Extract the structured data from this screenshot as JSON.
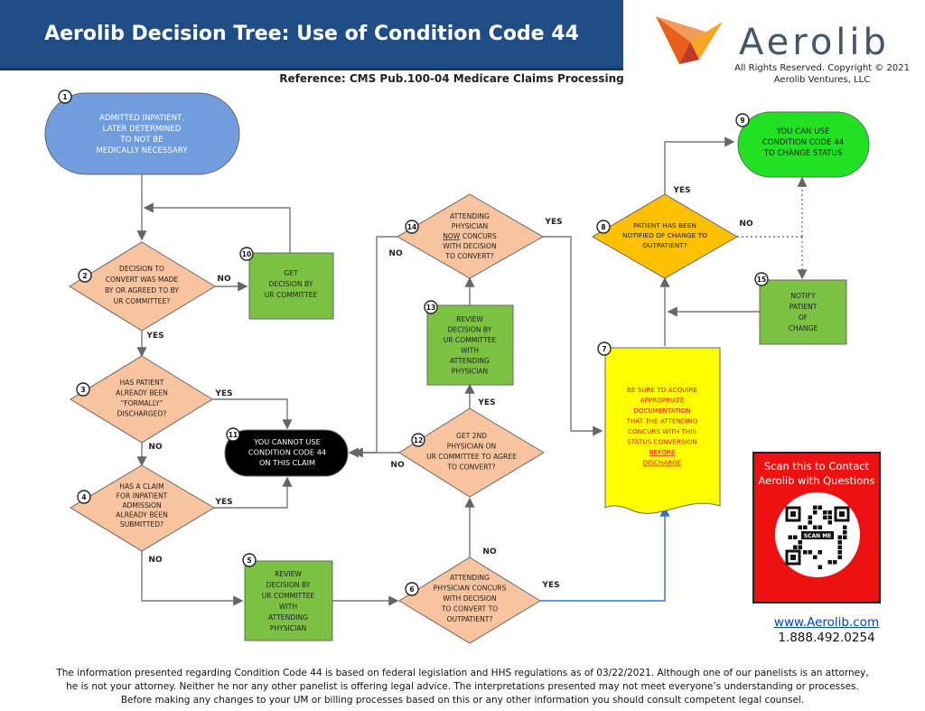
{
  "header": {
    "title": "Aerolib Decision Tree:  Use of Condition Code 44",
    "reference": "Reference: CMS Pub.100-04 Medicare Claims Processing"
  },
  "brand": {
    "name": "Aerolib",
    "rights": "All Rights Reserved. Copyright © 2021",
    "company": "Aerolib Ventures, LLC"
  },
  "nodes": {
    "n1": {
      "num": "1",
      "lines": [
        "ADMITTED INPATIENT,",
        "LATER DETERMINED",
        "TO NOT BE",
        "MEDICALLY NECESSARY"
      ]
    },
    "n2": {
      "num": "2",
      "lines": [
        "DECISION TO",
        "CONVERT WAS MADE",
        "BY OR AGREED TO BY",
        "UR COMMITTEE?"
      ]
    },
    "n3": {
      "num": "3",
      "lines": [
        "HAS PATIENT",
        "ALREADY BEEN",
        "“FORMALLY”",
        "DISCHARGED?"
      ]
    },
    "n4": {
      "num": "4",
      "lines": [
        "HAS A CLAIM",
        "FOR INPATIENT",
        "ADMISSION",
        "ALREADY BEEN",
        "SUBMITTED?"
      ]
    },
    "n5": {
      "num": "5",
      "lines": [
        "REVIEW",
        "DECISION BY",
        "UR COMMITTEE",
        "WITH",
        "ATTENDING",
        "PHYSICIAN"
      ]
    },
    "n6": {
      "num": "6",
      "lines": [
        "ATTENDING",
        "PHYSICIAN CONCURS",
        "WITH DECISION",
        "TO CONVERT TO",
        "OUTPATIENT?"
      ]
    },
    "n7": {
      "num": "7",
      "lines": [
        "BE SURE TO ACQUIRE",
        "APPROPRIATE",
        "DOCUMENTATION",
        "THAT THE ATTENDING",
        "CONCURS WITH THIS",
        "STATUS CONVERSION",
        "BEFORE",
        "DISCHARGE"
      ]
    },
    "n8": {
      "num": "8",
      "lines": [
        "PATIENT HAS BEEN",
        "NOTIFIED OF CHANGE TO",
        "OUTPATIENT?"
      ]
    },
    "n9": {
      "num": "9",
      "lines": [
        "YOU CAN USE",
        "CONDITION CODE 44",
        "TO CHANGE STATUS"
      ]
    },
    "n10": {
      "num": "10",
      "lines": [
        "GET",
        "DECISION BY",
        "UR COMMITTEE"
      ]
    },
    "n11": {
      "num": "11",
      "lines": [
        "YOU CANNOT USE",
        "CONDITION CODE 44",
        "ON THIS CLAIM"
      ]
    },
    "n12": {
      "num": "12",
      "lines": [
        "GET 2ND",
        "PHYSICIAN ON",
        "UR COMMITTEE TO AGREE",
        "TO CONVERT?"
      ]
    },
    "n13": {
      "num": "13",
      "lines": [
        "REVIEW",
        "DECISION BY",
        "UR COMMITTEE",
        "WITH",
        "ATTENDING",
        "PHYSICIAN"
      ]
    },
    "n14": {
      "num": "14",
      "lines": [
        "ATTENDING",
        "PHYSICIAN",
        "NOW CONCURS",
        "WITH DECISION",
        "TO CONVERT?"
      ]
    },
    "n15": {
      "num": "15",
      "lines": [
        "NOTIFY",
        "PATIENT",
        "OF",
        "CHANGE"
      ]
    }
  },
  "edge_labels": {
    "yes": "YES",
    "no": "NO"
  },
  "qr": {
    "caption": "Scan this to Contact Aerolib with Questions",
    "caption_lines": [
      "Scan this to Contact",
      "Aerolib with Questions"
    ],
    "badge": "SCAN ME"
  },
  "contact": {
    "website": "www.Aerolib.com",
    "phone": "1.888.492.0254"
  },
  "footer": {
    "lines": [
      "The information presented regarding Condition Code 44 is based on federal legislation and HHS regulations as of 03/22/2021. Although one of our panelists is an attorney,",
      "he is not your attorney. Neither he nor any other panelist is offering legal advice. The interpretations presented may not meet everyone’s understanding or processes.",
      "Before making any changes to your UM or billing processes based on this or any other information you should consult competent legal counsel."
    ]
  },
  "colors": {
    "header": "#1f4e87",
    "start": "#6f9ddd",
    "decision": "#f8c49f",
    "process": "#7bc142",
    "stop": "#000000",
    "end": "#22e022",
    "notify": "#ffc000",
    "document": "#ffff00",
    "qr_bg": "#ee1111"
  }
}
